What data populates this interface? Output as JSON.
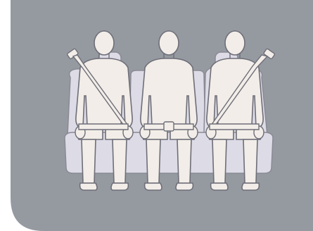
{
  "illustration": {
    "icon": "rear-seat-three-passengers-seatbelts-icon",
    "colors": {
      "panel": "#959aa1",
      "seat_fill": "#dcdbe6",
      "seat_stroke": "#8a8a94",
      "skin_fill": "#f2ede8",
      "line": "#6e6e78",
      "belt": "#f2ede8"
    },
    "passengers": [
      {
        "seat": "left",
        "belt_type": "three-point",
        "anchor_side": "left"
      },
      {
        "seat": "center",
        "belt_type": "lap"
      },
      {
        "seat": "right",
        "belt_type": "three-point",
        "anchor_side": "right"
      }
    ]
  }
}
